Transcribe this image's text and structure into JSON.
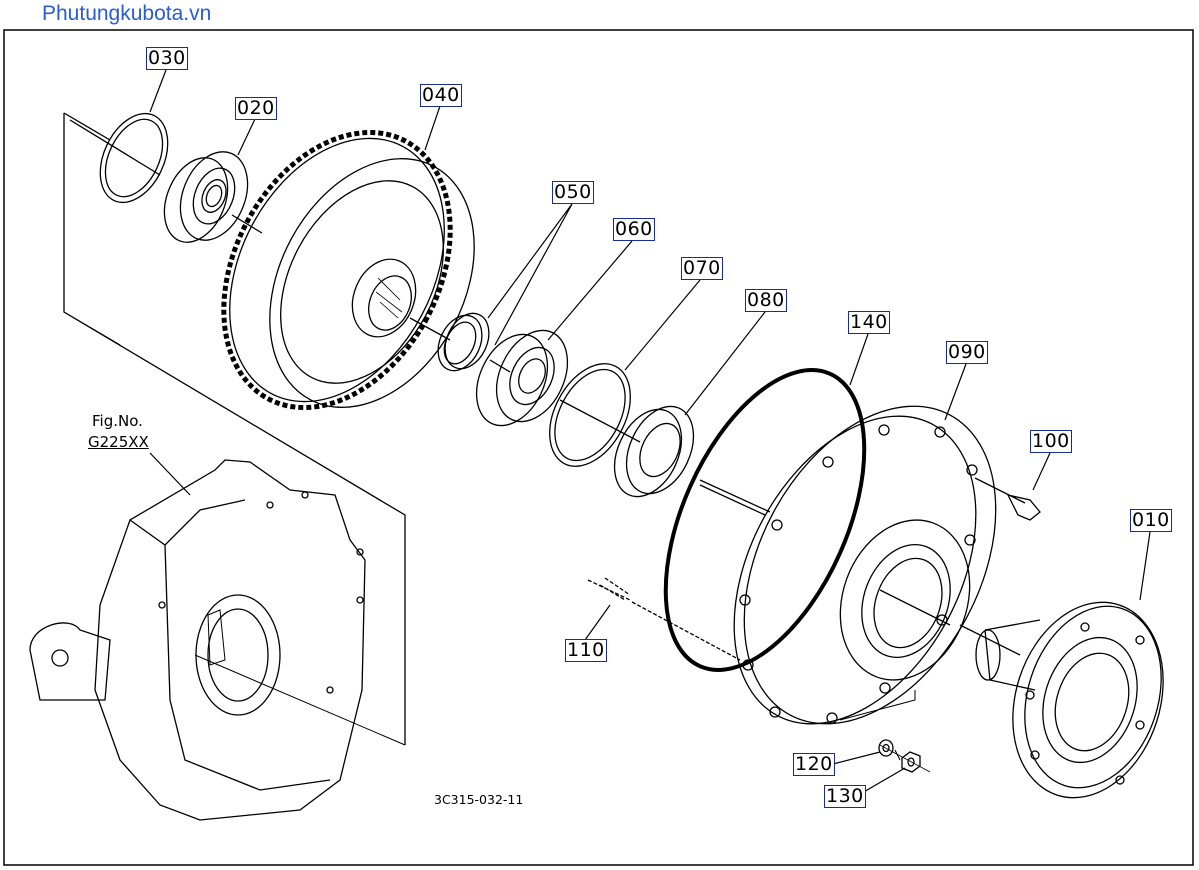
{
  "watermark": "Phutungkubota.vn",
  "figure_ref": {
    "label": "Fig.No.",
    "number": "G225XX"
  },
  "drawing_code": "3C315-032-11",
  "callouts": {
    "c010": "010",
    "c020": "020",
    "c030": "030",
    "c040": "040",
    "c050": "050",
    "c060": "060",
    "c070": "070",
    "c080": "080",
    "c090": "090",
    "c100": "100",
    "c110": "110",
    "c120": "120",
    "c130": "130",
    "c140": "140"
  }
}
